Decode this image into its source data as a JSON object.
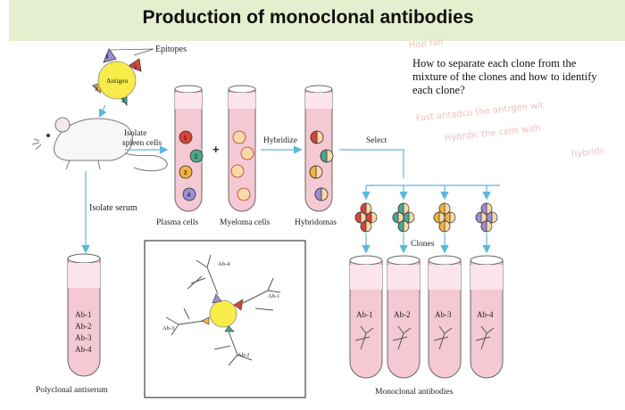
{
  "title": "Production of monoclonal antibodies",
  "question": "How to separate each clone  from the mixture of the clones and  how to identify each clone?",
  "faint_notes": [
    "Fast antadco the antrgen wit",
    "Hybrdic the cells with",
    "hybrids",
    "Hop fair"
  ],
  "labels": {
    "epitopes": "Epitopes",
    "antigen": "Antigen",
    "isolate_spleen": [
      "Isolate",
      "spleen cells"
    ],
    "isolate_serum": "Isolate serum",
    "plus": "+",
    "hybridize": "Hybridize",
    "select": "Select",
    "plasma_cells": "Plasma cells",
    "myeloma_cells": "Myeloma cells",
    "hybridomas": "Hybridomas",
    "clones": "Clones",
    "polyclonal_antiserum": "Polyclonal antiserum",
    "monoclonal_antibodies": "Monoclonal antibodies"
  },
  "epitope_numbers": [
    "1",
    "2",
    "3",
    "4"
  ],
  "polyclonal_tube_contents": [
    "Ab-1",
    "Ab-2",
    "Ab-3",
    "Ab-4"
  ],
  "monoclonal_tubes": [
    "Ab-1",
    "Ab-2",
    "Ab-3",
    "Ab-4"
  ],
  "inset_labels": [
    "Ab-4",
    "Ab-1",
    "Ab-3",
    "Ab-2"
  ],
  "colors": {
    "title_band": "#e3efcf",
    "tube_liquid": "#f4c9d4",
    "arrow": "#5bb8dc",
    "antigen": "#f7ec4a",
    "epitope1": "#d6453a",
    "epitope2": "#4aa98f",
    "epitope3": "#f2b43c",
    "epitope4": "#9b8ed3",
    "myeloma": "#f9d8a8"
  }
}
